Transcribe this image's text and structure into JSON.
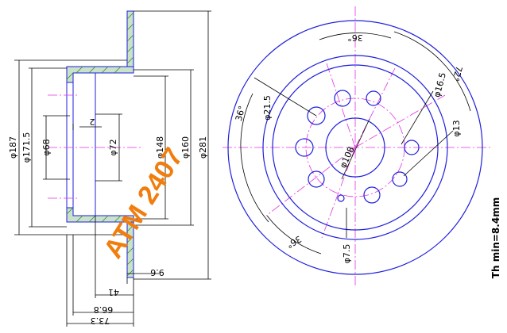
{
  "colors": {
    "outline": "#000000",
    "disc": "#1f1fdc",
    "centerline": "#e233e2",
    "hatch": "#2a8c2a",
    "watermark": "#f07e0e"
  },
  "side_view": {
    "diameters": [
      "φ187",
      "φ171.5",
      "φ68",
      "φ72",
      "φ148",
      "φ160",
      "φ281"
    ],
    "lengths": [
      "73.3",
      "66.8",
      "41",
      "9.6",
      "2"
    ]
  },
  "front_view": {
    "labels": [
      "φ21.5",
      "φ108",
      "φ16.5",
      "φ13",
      "φ7.5"
    ],
    "angles": [
      "36°",
      "36°",
      "36°",
      "72°"
    ]
  },
  "watermark": "ATM 2407",
  "thickness_note": "Th min=8.4mm"
}
